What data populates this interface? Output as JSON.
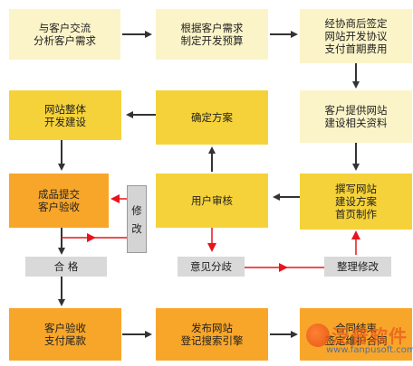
{
  "steps": {
    "exchange": "与客户交流\n分析客户需求",
    "budget": "根据客户需求\n制定开发预算",
    "contract": "经协商后签定\n网站开发协议\n支付首期费用",
    "overall_build": "网站整体\n开发建设",
    "confirm_plan": "确定方案",
    "provide_material": "客户提供网站\n建设相关资料",
    "submit": "成品提交\n客户验收",
    "revise": "修\n改",
    "user_review": "用户审核",
    "write_plan": "撰写网站\n建设方案\n首页制作",
    "qualified": "合  格",
    "disagree": "意见分歧",
    "tidy_revise": "整理修改",
    "accept_pay": "客户验收\n支付尾款",
    "publish": "发布网站\n登记搜索引擎",
    "contract_end": "合同结束\n签定维护合同"
  },
  "watermark": {
    "brand": "泛普软件",
    "url": "www.fanpusoft.com"
  },
  "colors": {
    "pale": "#fbf4c8",
    "yellow": "#f6d23a",
    "orange": "#f8a62a",
    "gray": "#d9d9d9",
    "arrow_dark": "#333333",
    "arrow_red": "#e8141c"
  }
}
